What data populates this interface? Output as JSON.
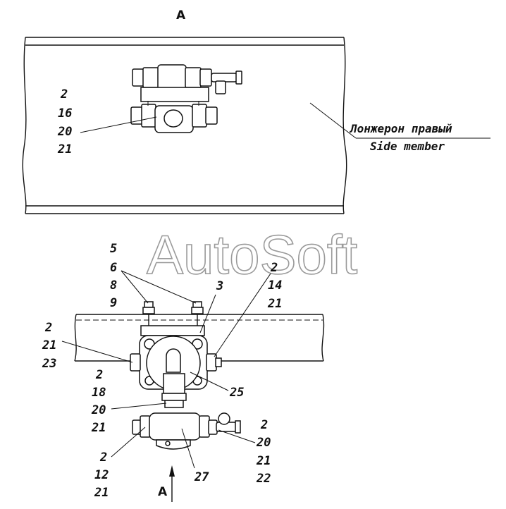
{
  "view_labels": {
    "top": "A",
    "arrow": "A"
  },
  "member_label": {
    "ru": "Лонжерон правый",
    "en": "Side member"
  },
  "watermark": "AutoSoft",
  "top_callout": [
    "2",
    "16",
    "20",
    "21"
  ],
  "callouts": {
    "c5_6_8_9": [
      "5",
      "6",
      "8",
      "9"
    ],
    "c3": "3",
    "c2_14_21": [
      "2",
      "14",
      "21"
    ],
    "c2_21_23": [
      "2",
      "21",
      "23"
    ],
    "c25": "25",
    "c2_18_20_21": [
      "2",
      "18",
      "20",
      "21"
    ],
    "c2_20_21_22": [
      "2",
      "20",
      "21",
      "22"
    ],
    "c2_12_21": [
      "2",
      "12",
      "21"
    ],
    "c27": "27"
  }
}
